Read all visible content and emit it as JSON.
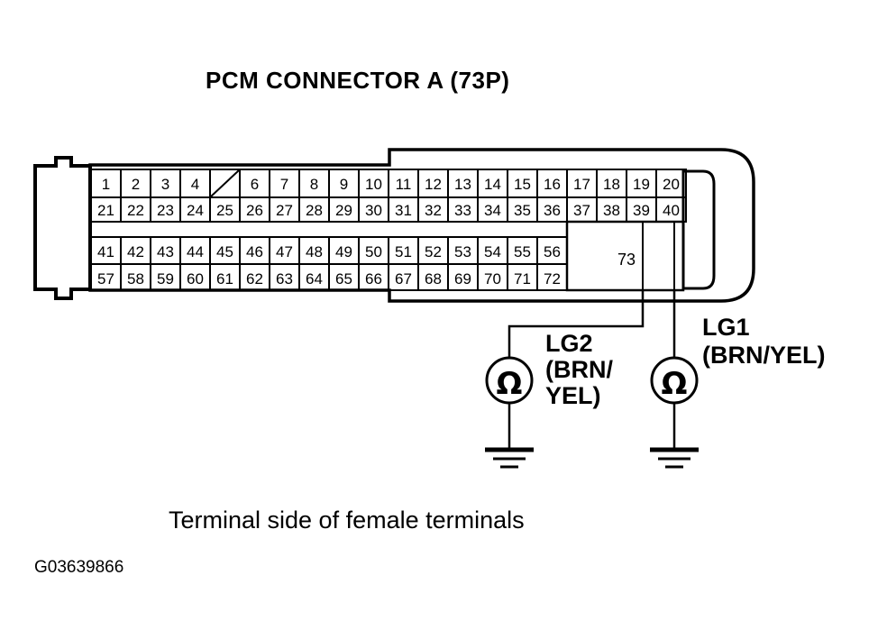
{
  "title": "PCM CONNECTOR A (73P)",
  "caption": "Terminal side of female terminals",
  "reference_code": "G03639866",
  "connector": {
    "name": "PCM CONNECTOR A",
    "pin_count_label": "(73P)",
    "big_pin_label": "73",
    "blank_cell_marker": "slash",
    "rows": [
      {
        "row_name": "row-1",
        "cells": [
          "1",
          "2",
          "3",
          "4",
          "",
          "6",
          "7",
          "8",
          "9",
          "10",
          "11",
          "12",
          "13",
          "14",
          "15",
          "16",
          "17",
          "18",
          "19",
          "20"
        ]
      },
      {
        "row_name": "row-2",
        "cells": [
          "21",
          "22",
          "23",
          "24",
          "25",
          "26",
          "27",
          "28",
          "29",
          "30",
          "31",
          "32",
          "33",
          "34",
          "35",
          "36",
          "37",
          "38",
          "39",
          "40"
        ]
      },
      {
        "row_name": "row-3",
        "cells": [
          "41",
          "42",
          "43",
          "44",
          "45",
          "46",
          "47",
          "48",
          "49",
          "50",
          "51",
          "52",
          "53",
          "54",
          "55",
          "56"
        ]
      },
      {
        "row_name": "row-4",
        "cells": [
          "57",
          "58",
          "59",
          "60",
          "61",
          "62",
          "63",
          "64",
          "65",
          "66",
          "67",
          "68",
          "69",
          "70",
          "71",
          "72"
        ]
      }
    ]
  },
  "measurements": [
    {
      "id": "lg2",
      "label_lines": [
        "LG2",
        "(BRN/",
        "YEL)"
      ],
      "symbol": "ohmmeter",
      "symbol_glyph": "Ω",
      "ground": "chassis-ground"
    },
    {
      "id": "lg1",
      "label_lines": [
        "LG1",
        "(BRN/YEL)"
      ],
      "symbol": "ohmmeter",
      "symbol_glyph": "Ω",
      "ground": "chassis-ground"
    }
  ],
  "colors": {
    "line": "#000000",
    "background": "#ffffff",
    "text": "#000000"
  }
}
